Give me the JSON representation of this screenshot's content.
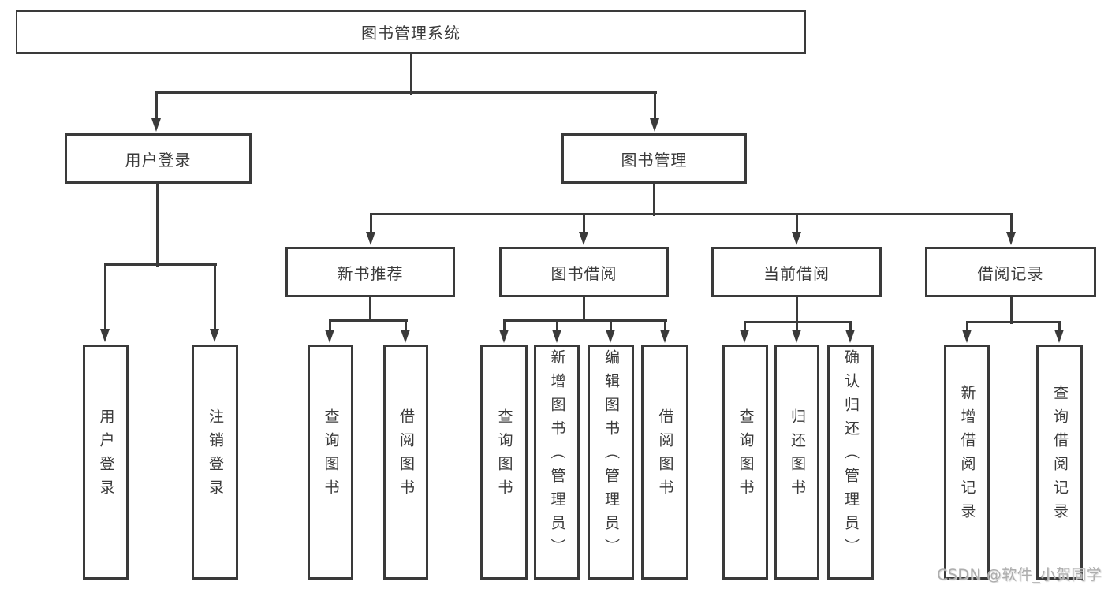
{
  "diagram": {
    "root": {
      "label": "图书管理系统"
    },
    "level2": [
      {
        "label": "用户登录"
      },
      {
        "label": "图书管理"
      }
    ],
    "level3": [
      {
        "label": "新书推荐"
      },
      {
        "label": "图书借阅"
      },
      {
        "label": "当前借阅"
      },
      {
        "label": "借阅记录"
      }
    ],
    "leaves": {
      "user_login": [
        {
          "label": "用户登录"
        },
        {
          "label": "注销登录"
        }
      ],
      "new_book_recommend": [
        {
          "label": "查询图书"
        },
        {
          "label": "借阅图书"
        }
      ],
      "book_borrow": [
        {
          "label": "查询图书"
        },
        {
          "label": "新增图书（管理员）"
        },
        {
          "label": "编辑图书（管理员）"
        },
        {
          "label": "借阅图书"
        }
      ],
      "current_borrow": [
        {
          "label": "查询图书"
        },
        {
          "label": "归还图书"
        },
        {
          "label": "确认归还（管理员）"
        }
      ],
      "borrow_record": [
        {
          "label": "新增借阅记录"
        },
        {
          "label": "查询借阅记录"
        }
      ]
    }
  },
  "watermark": {
    "text": "CSDN @软件_小贺同学"
  },
  "colors": {
    "line": "#3a3a3a",
    "text": "#3a3a3a",
    "watermark": "#adadad",
    "background": "#ffffff"
  }
}
